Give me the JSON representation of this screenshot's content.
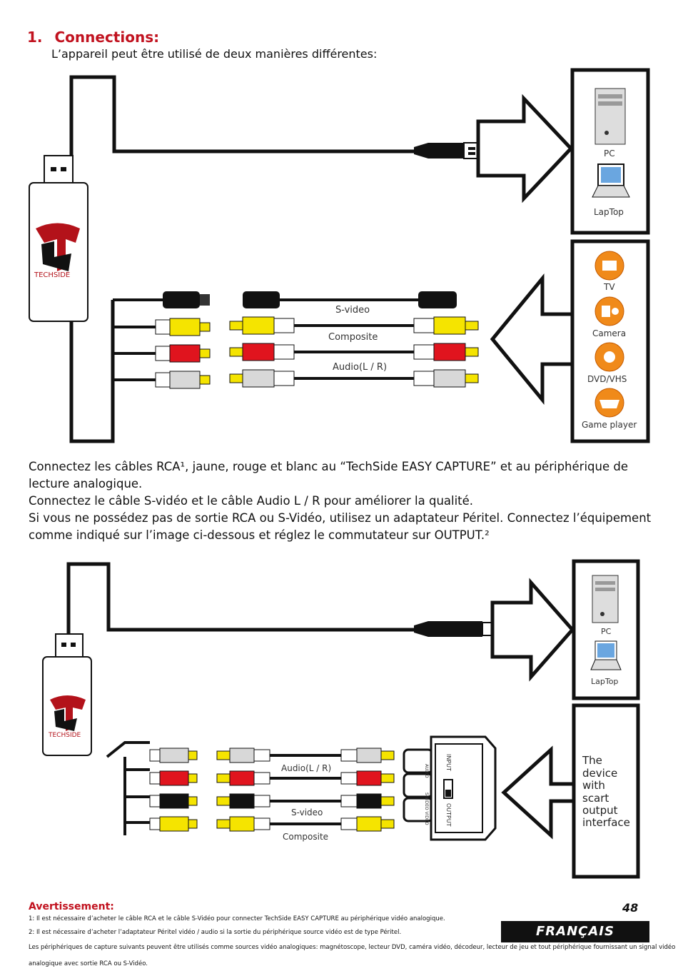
{
  "section": {
    "number": "1.",
    "title": "Connections:",
    "intro": "L’appareil peut être utilisé de deux manières différentes:"
  },
  "diagram1": {
    "brand": "TECHSIDE",
    "pc_label": "PC",
    "laptop_label": "LapTop",
    "tv_label": "TV",
    "camera_label": "Camera",
    "dvd_label": "DVD/VHS",
    "game_label": "Game player",
    "svideo_label": "S-video",
    "composite_label": "Composite",
    "audio_label": "Audio(L / R)"
  },
  "paragraph": {
    "line1": "Connectez les câbles RCA¹, jaune, rouge et blanc au “TechSide EASY CAPTURE” et au périphérique de lecture analogique.",
    "line2": "Connectez le câble S-vidéo et le câble Audio L / R pour améliorer la qualité.",
    "line3": "Si vous ne possédez pas de sortie RCA ou S-Vidéo, utilisez un adaptateur Péritel. Connectez l’équipement comme indiqué sur l’image ci-dessous et réglez le commutateur sur OUTPUT.²"
  },
  "diagram2": {
    "brand": "TECHSIDE",
    "pc_label": "PC",
    "laptop_label": "LapTop",
    "audio_label": "Audio(L / R)",
    "svideo_label": "S-video",
    "composite_label": "Composite",
    "scart_input": "INPUT",
    "scart_output": "OUTPUT",
    "scart_audio": "AUDIO",
    "scart_svideo": "S-VIDEO VIDEO",
    "device_text": [
      "The",
      "device",
      "with",
      "scart",
      "output",
      "interface"
    ]
  },
  "footer": {
    "warning_title": "Avertissement:",
    "note1": "1: Il est nécessaire d’acheter le câble RCA et le câble S-Vidéo pour connecter TechSide EASY CAPTURE au périphérique vidéo analogique.",
    "note2": "2: Il est nécessaire d’acheter l’adaptateur Péritel vidéo / audio si la sortie du périphérique source vidéo est de type Péritel.",
    "note3": "Les périphériques de capture suivants peuvent être utilisés comme sources vidéo analogiques: magnétoscope, lecteur DVD, caméra vidéo, décodeur, lecteur de jeu et tout périphérique fournissant un signal vidéo",
    "note4": "analogique avec sortie RCA ou S-Vidéo.",
    "page_number": "48",
    "language": "FRANÇAIS"
  },
  "colors": {
    "accent": "#c1121f",
    "yellow": "#f5e400",
    "red": "#e0141e",
    "white_plug": "#d8d8d8",
    "black_plug": "#111111"
  }
}
